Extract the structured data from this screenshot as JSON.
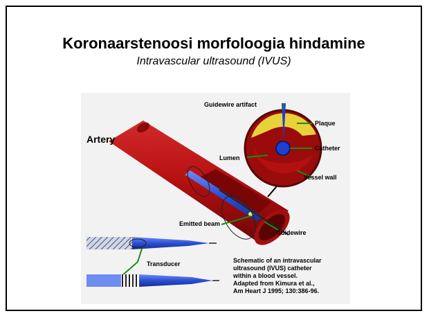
{
  "slide": {
    "title": "Koronaarstenoosi morfoloogia hindamine",
    "subtitle": "Intravascular ultrasound (IVUS)"
  },
  "figure": {
    "labels": {
      "artery": "Artery",
      "guidewire_artifact": "Guidewire artifact",
      "plaque": "Plaque",
      "catheter": "Catheter",
      "lumen": "Lumen",
      "vessel_wall": "Vessel wall",
      "emitted_beam": "Emitted beam",
      "guidewire": "Guidewire",
      "transducer": "Transducer"
    },
    "caption": [
      "Schematic of an intravascular",
      "ultrasound (IVUS) catheter",
      "within a blood vessel.",
      "Adapted from Kimura et al.,",
      "Am Heart J 1995; 130:386-96."
    ],
    "colors": {
      "vessel": "#b51010",
      "vessel_dark": "#6e0606",
      "catheter": "#2a4fd6",
      "plaque": "#e8d23a",
      "leader": "#1b8a1b",
      "background": "#f2f2f2"
    }
  }
}
